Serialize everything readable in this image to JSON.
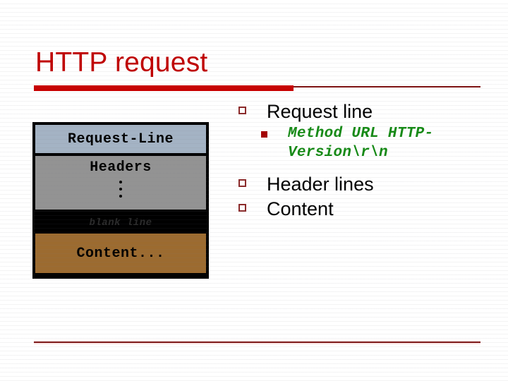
{
  "slide": {
    "title": "HTTP request",
    "colors": {
      "title_red": "#c00000",
      "accent_bar": "#c80000",
      "accent_thin": "#7d1313",
      "bullet_outline": "#8b2a2a",
      "bullet_filled": "#a40000",
      "code_green": "#168a16",
      "box_request_line": "#a4b3c4",
      "box_headers": "#939393",
      "box_blank_line": "#000000",
      "box_content": "#9c6b30",
      "box_border": "#000000",
      "blank_line_text": "#2a2a2a"
    }
  },
  "diagram": {
    "name": "http-request-message-structure",
    "rows": [
      {
        "id": "request-line",
        "label": "Request-Line"
      },
      {
        "id": "headers",
        "label": "Headers",
        "ellipsis": "⋮"
      },
      {
        "id": "blank-line",
        "label": "blank line"
      },
      {
        "id": "content",
        "label": "Content..."
      }
    ]
  },
  "bullets": [
    {
      "level": 1,
      "marker": "hollow-square-bullet-icon",
      "label": "Request line"
    },
    {
      "level": 2,
      "marker": "filled-square-bullet-icon",
      "label": "Method URL HTTP-Version\\r\\n"
    },
    {
      "level": 1,
      "marker": "hollow-square-bullet-icon",
      "label": "Header lines"
    },
    {
      "level": 1,
      "marker": "hollow-square-bullet-icon",
      "label": "Content"
    }
  ]
}
